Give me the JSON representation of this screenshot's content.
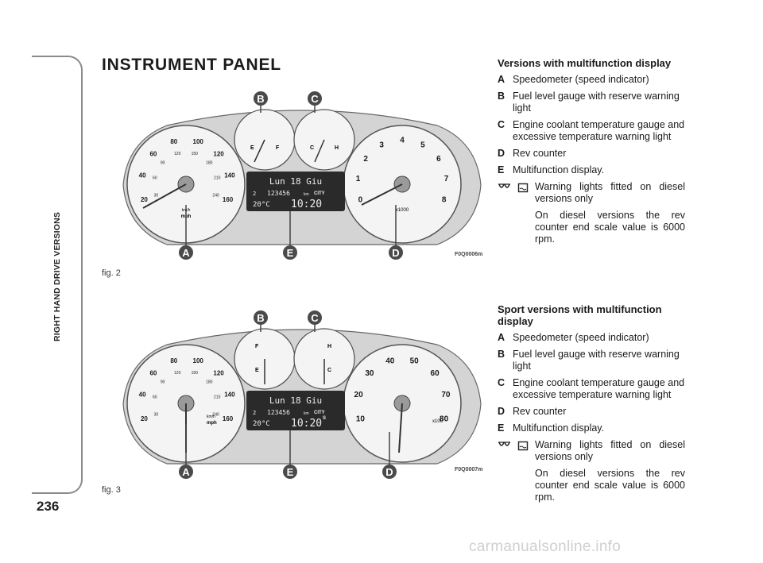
{
  "sidebar": {
    "section": "RIGHT HAND DRIVE VERSIONS",
    "page_number": "236"
  },
  "title": "INSTRUMENT PANEL",
  "watermark": "carmanualsonline.info",
  "colors": {
    "callout": "#4a4a4a",
    "lcd": "#2a2a2a",
    "panel": "#d4d4d4"
  },
  "figures": [
    {
      "label": "fig. 2",
      "code": "F0Q0006m",
      "callouts": {
        "A": "A",
        "B": "B",
        "C": "C",
        "D": "D",
        "E": "E"
      },
      "speedo": {
        "outer": [
          "20",
          "40",
          "60",
          "80",
          "100",
          "120",
          "140",
          "160"
        ],
        "inner": [
          "30",
          "60",
          "90",
          "120",
          "150",
          "180",
          "210",
          "240"
        ],
        "unit_top": "km/h",
        "unit_bottom": "mph"
      },
      "fuel": {
        "empty": "E",
        "full": "F"
      },
      "temp": {
        "cold": "C",
        "hot": "H"
      },
      "rev": {
        "ticks": [
          "0",
          "1",
          "2",
          "3",
          "4",
          "5",
          "6",
          "7",
          "8"
        ],
        "multiplier": "x1000"
      },
      "display": {
        "line1": "Lun 18 Giu",
        "odo": "123456",
        "odo_unit": "km",
        "mode": "CITY",
        "gear": "2",
        "temp": "20°C",
        "time": "10:20"
      }
    },
    {
      "label": "fig. 3",
      "code": "F0Q0007m",
      "callouts": {
        "A": "A",
        "B": "B",
        "C": "C",
        "D": "D",
        "E": "E"
      },
      "speedo": {
        "outer": [
          "20",
          "40",
          "60",
          "80",
          "100",
          "120",
          "140",
          "160"
        ],
        "inner": [
          "30",
          "60",
          "90",
          "120",
          "150",
          "180",
          "210",
          "240"
        ],
        "unit_top": "km/h",
        "unit_bottom": "mph"
      },
      "fuel": {
        "empty": "E",
        "full": "F"
      },
      "temp": {
        "cold": "C",
        "hot": "H"
      },
      "rev": {
        "ticks": [
          "10",
          "20",
          "30",
          "40",
          "50",
          "60",
          "70",
          "80"
        ],
        "multiplier": "x100"
      },
      "display": {
        "line1": "Lun 18 Giu",
        "odo": "123456",
        "odo_unit": "km",
        "mode": "CITY",
        "mode_sub": "S",
        "gear": "2",
        "temp": "20°C",
        "time": "10:20"
      }
    }
  ],
  "sections": [
    {
      "heading": "Versions with multifunction display",
      "items": [
        {
          "key": "A",
          "text": "Speedometer (speed indicator)"
        },
        {
          "key": "B",
          "text": "Fuel level gauge with reserve warning light"
        },
        {
          "key": "C",
          "text": "Engine coolant temperature gauge and excessive temperature warning light"
        },
        {
          "key": "D",
          "text": "Rev counter"
        },
        {
          "key": "E",
          "text": "Multifunction display."
        }
      ],
      "warning": "Warning lights fitted on diesel versions only",
      "note": "On diesel versions the rev counter end scale value is 6000 rpm."
    },
    {
      "heading": "Sport versions with multifunction display",
      "items": [
        {
          "key": "A",
          "text": "Speedometer (speed indicator)"
        },
        {
          "key": "B",
          "text": "Fuel level gauge with reserve warning light"
        },
        {
          "key": "C",
          "text": "Engine coolant temperature gauge and excessive temperature warning light"
        },
        {
          "key": "D",
          "text": "Rev counter"
        },
        {
          "key": "E",
          "text": "Multifunction display."
        }
      ],
      "warning": "Warning lights fitted on diesel versions only",
      "note": "On diesel versions the rev counter end scale value is 6000 rpm."
    }
  ]
}
